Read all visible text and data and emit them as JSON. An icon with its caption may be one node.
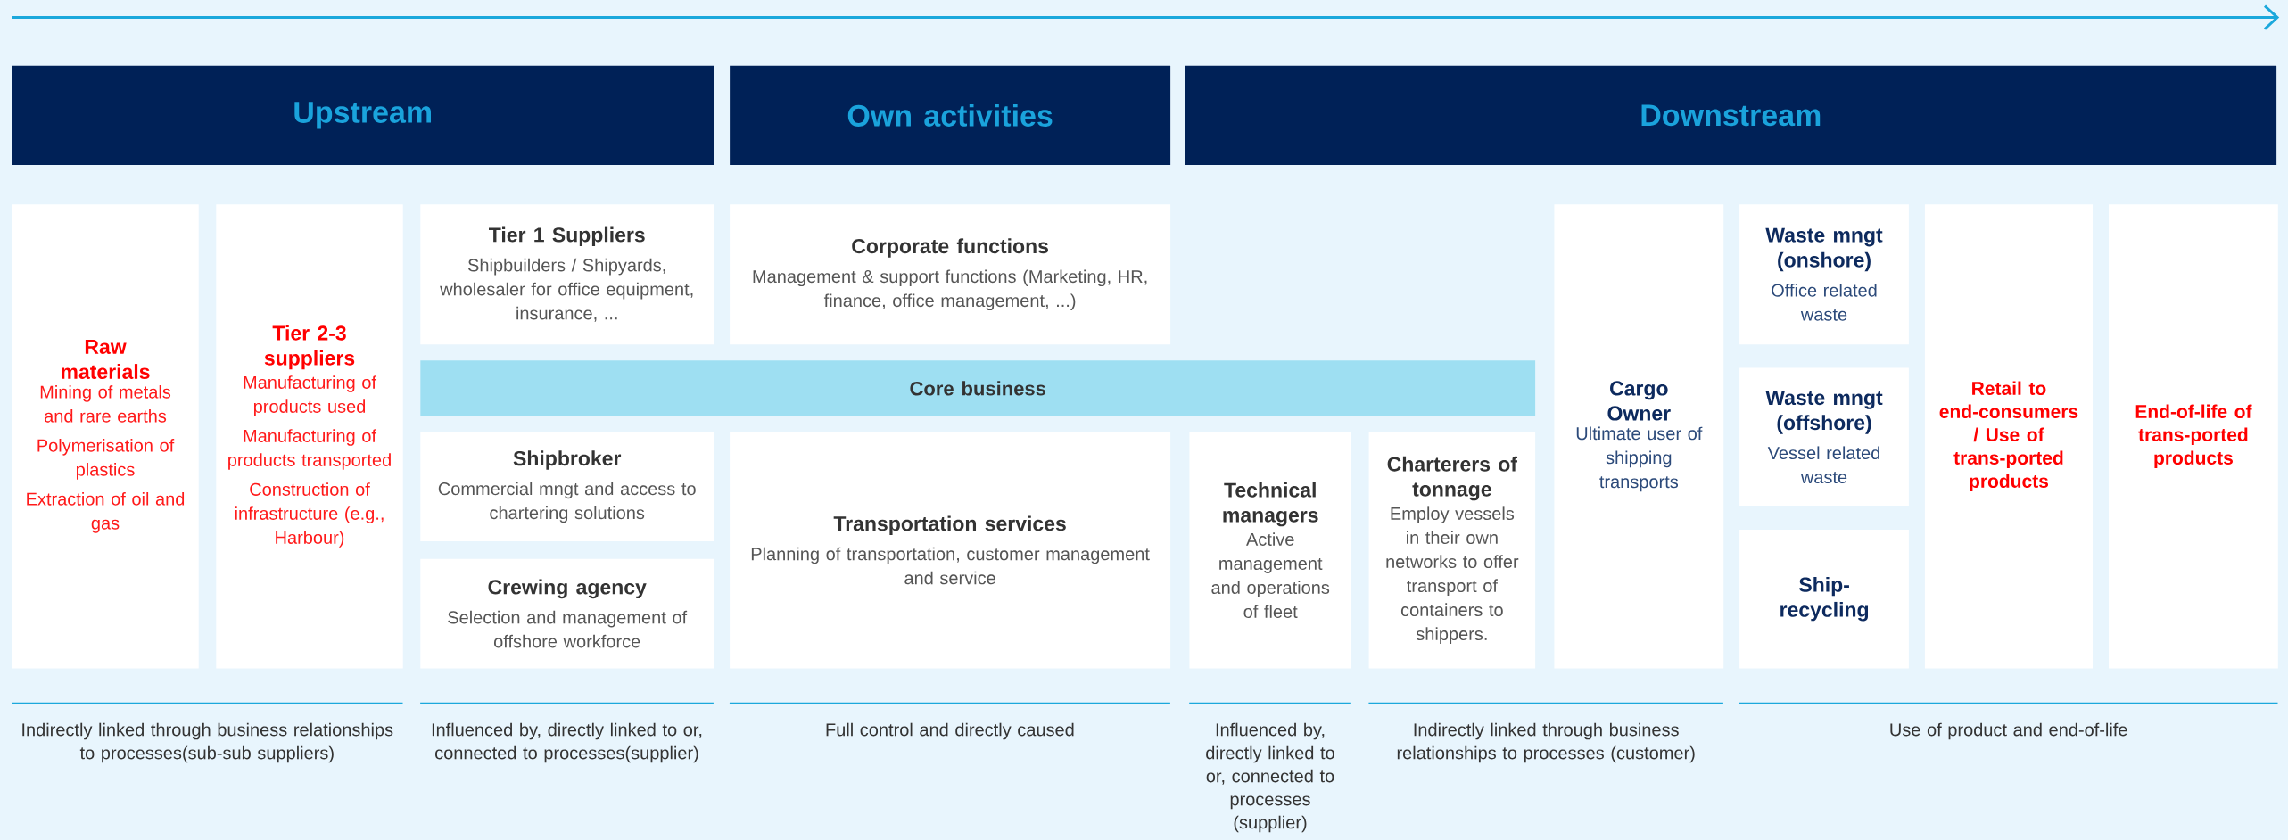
{
  "diagram": {
    "nodes": [
      {
        "text": [
          "Upstream"
        ]
      },
      {
        "text": [
          "Own activities"
        ]
      },
      {
        "text": [
          "Downstream"
        ]
      },
      {
        "text": [
          "Raw materials",
          "Mining of metals and rare earths",
          "Polymerisation of plastics",
          "Extraction of oil and gas"
        ]
      },
      {
        "text": [
          "Tier 2-3 suppliers",
          "Manufacturing of products used",
          "Manufacturing of products transported",
          "Construction of infrastructure (e.g., Harbour)"
        ]
      },
      {
        "text": [
          "Tier 1 Suppliers",
          "Shipbuilders / Shipyards, wholesaler for office equipment, insurance, ..."
        ]
      },
      {
        "text": [
          "Corporate functions",
          "Management & support functions (Marketing, HR, finance, office management, ...)"
        ]
      },
      {
        "text": [
          "Core business"
        ]
      },
      {
        "text": [
          "Shipbroker",
          "Commercial mngt and access to chartering solutions"
        ]
      },
      {
        "text": [
          "Crewing agency",
          "Selection and management of offshore workforce"
        ]
      },
      {
        "text": [
          "Transportation services",
          "Planning of transportation, customer management and service"
        ]
      },
      {
        "text": [
          "Technical managers",
          "Active management and operations of fleet"
        ]
      },
      {
        "text": [
          "Charterers of tonnage",
          "Employ vessels in their own networks to offer transport of containers to shippers."
        ]
      },
      {
        "text": [
          "Cargo Owner",
          "Ultimate user of shipping transports"
        ]
      },
      {
        "text": [
          "Waste mngt (onshore)",
          "Office related waste"
        ]
      },
      {
        "text": [
          "Waste mngt (offshore)",
          "Vessel related waste"
        ]
      },
      {
        "text": [
          "Ship-recycling"
        ]
      },
      {
        "text": [
          "Retail to end-consumers / Use of trans-ported products"
        ]
      },
      {
        "text": [
          "End-of-life of trans-ported products"
        ]
      }
    ],
    "labels": [
      "Indirectly linked through business relationships to processes(sub-sub suppliers)",
      "Influenced by, directly linked to or, connected to processes(supplier)",
      "Full control and directly caused",
      "Influenced by, directly linked to or, connected to processes (supplier)",
      "Indirectly linked through business relationships to processes (customer)",
      "Use of product and end-of-life"
    ]
  }
}
